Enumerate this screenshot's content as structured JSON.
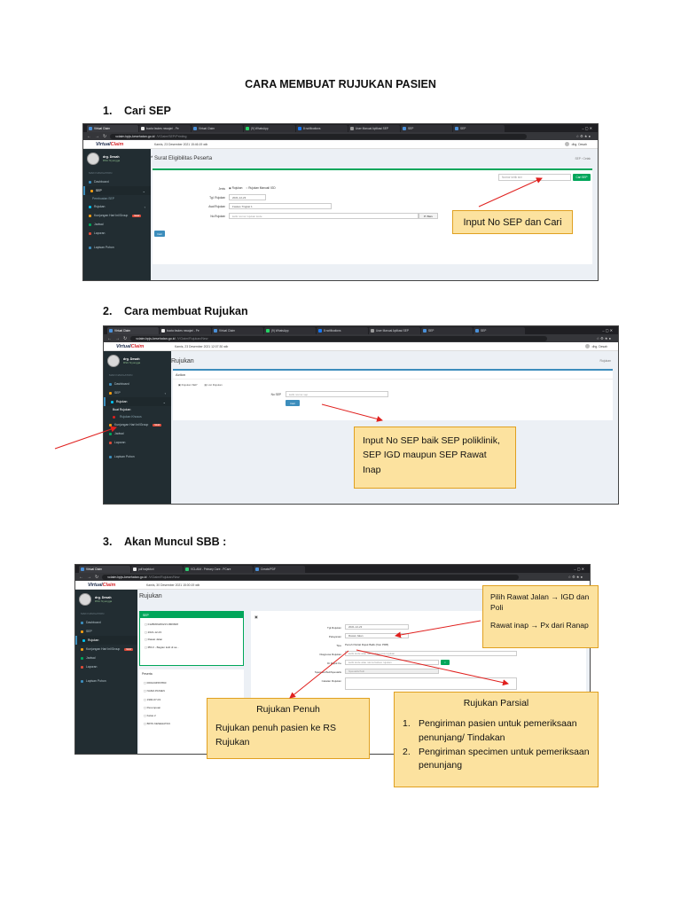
{
  "document": {
    "title": "CARA MEMBUAT RUJUKAN PASIEN",
    "steps": [
      {
        "num": "1.",
        "label": "Cari SEP"
      },
      {
        "num": "2.",
        "label": "Cara membuat Rujukan"
      },
      {
        "num": "3.",
        "label": "Akan Muncul SBB :"
      }
    ]
  },
  "browser": {
    "tabs1": [
      "Virtual Claim",
      "kuota faskes rawajari - Pe",
      "Virtual Claim",
      "(9) WhatsApp",
      "8 notifications",
      "User Manual Aplikasi SEP",
      "SEP",
      "SEP"
    ],
    "tabs2": [
      "Virtual Claim",
      "kuota faskes rawajari - Pe",
      "Virtual Claim",
      "(9) WhatsApp",
      "8 notifications",
      "User Manual Aplikasi SEP",
      "SEP",
      "SEP"
    ],
    "tabs3": [
      "Virtual Claim",
      "pdf trajektori",
      "VCLAIM - Primary Care - PCare",
      "Create/PDF"
    ],
    "url1_host": "vclaim.bpjs-kesehatan.go.id",
    "url1_path": "/VClaim/SEP/Printing",
    "url2_host": "vclaim.bpjs-kesehatan.go.id",
    "url2_path": "/VClaim/Rujukan/New",
    "url3_host": "vclaim.bpjs-kesehatan.go.id",
    "url3_path": "/VClaim/Rujukan/New",
    "window_controls": "–  ▢  ✕",
    "url_icons": "☆  ⚙  ★  ●"
  },
  "app": {
    "logo_virtual": "Virtual",
    "logo_claim": "Claim",
    "datetime1": "Kamis, 23 Desember 2021 15:46:19 wib",
    "datetime2": "Kamis, 23 Desember 2021 12:07:30 wib",
    "datetime3": "Kamis, 30 Desember 2021 15:00:19 wib",
    "user_name": "dhg. Desah",
    "profile_name": "drg. Desah",
    "profile_role": "RSU Nyongga",
    "menu_head": "MAIN NAVIGATION",
    "sidebar1": [
      {
        "label": "Dashboard"
      },
      {
        "label": "SEP"
      },
      {
        "label": "Pembuatan SEP"
      },
      {
        "label": "Rujukan"
      },
      {
        "label": "Kunjungan Hari Ini/Group",
        "badge": "NEW"
      },
      {
        "label": "Jadwal"
      },
      {
        "label": "Laporan"
      }
    ],
    "sidebar1_foot": "Lapisan Pohon",
    "sidebar2": [
      {
        "label": "Dashboard"
      },
      {
        "label": "SEP"
      },
      {
        "label": "Rujukan"
      },
      {
        "label": "Buat Rujukan"
      },
      {
        "label": "Rujukan Khusus"
      },
      {
        "label": "Kunjungan Hari Ini/Group",
        "badge": "NEW"
      },
      {
        "label": "Jadwal"
      },
      {
        "label": "Laporan"
      }
    ],
    "sidebar2_foot": "Lapisan Pohon",
    "sidebar3": [
      {
        "label": "Dashboard"
      },
      {
        "label": "SEP"
      },
      {
        "label": "Rujukan"
      },
      {
        "label": "Kunjungan Hari Ini/Group",
        "badge": "NEW"
      },
      {
        "label": "Jadwal"
      },
      {
        "label": "Laporan"
      }
    ],
    "sidebar3_foot": "Lapisan Pohon"
  },
  "shot1": {
    "header": "* Surat Eligibilitas Peserta",
    "breadcrumb": "SEP  ›  Cetak",
    "search_placeholder": "Nomor ketik sini",
    "search_button": "Cari SEP",
    "jenis_label": "Jenis",
    "radio1": "Rujukan",
    "radio2": "Rujukan Manual/ IGD",
    "tgl_label": "Tgl. Rujukan",
    "tgl_value": "2021-12-23",
    "asal_label": "Asal Rujukan",
    "asal_value": "Faskes Tingkat 1",
    "no_label": "No.Rujukan",
    "no_placeholder": "ketik nomor rujukan kode",
    "baru_button": "Pr Baru",
    "cari_button": "Cari"
  },
  "shot2": {
    "header": "Rujukan",
    "breadcrumb": "Rujukan",
    "panel_title": "Action",
    "tab1": "Rujukan SEP",
    "tab2": "List Rujukan",
    "nosep_label": "No SEP",
    "nosep_placeholder": "ketik nomor sep",
    "cari_button": "Cari"
  },
  "shot3": {
    "header": "Rujukan",
    "sep_box_title": "SEP",
    "sep_lines": [
      "0128R0920921V1806608",
      "2021-12-23",
      "Rawat Jalan",
      "IBS II - Bagian kulit di sa..."
    ],
    "peserta_title": "Peserta",
    "peserta_lines": [
      "0001234567890",
      "NAMA PASIEN",
      "1990-07-03",
      "Perempuan",
      "Kelas 2",
      "BPJS KESEHATAN"
    ],
    "form": [
      {
        "label": "Tgl.Rujukan",
        "value": "2021-12-23"
      },
      {
        "label": "Pelayanan",
        "value": "Rawat Jalan"
      },
      {
        "label": "Tipe",
        "value": "Penuh   Partial   Rujuk Balik (Non PRB)"
      },
      {
        "label": "Diagnosa Rujukan",
        "value": "ketik kode atau nama diagnosa rujukan"
      },
      {
        "label": "Di Rujuk Ke",
        "value": "ketik kode atau nama faskes rujukan"
      },
      {
        "label": "Spesialis/SubSpesialis",
        "value": "Spesialis/Sub"
      },
      {
        "label": "Catatan Rujukan",
        "value": ""
      }
    ]
  },
  "callouts": {
    "c1": "Input No SEP dan Cari",
    "c2": "Input No SEP baik SEP poliklinik, SEP IGD maupun SEP Rawat Inap",
    "c3_line1": "Pilih Rawat Jalan → IGD dan Poli",
    "c3_line2": "Rawat inap → Px dari Ranap",
    "c4_title": "Rujukan Penuh",
    "c4_body": "Rujukan penuh pasien ke RS Rujukan",
    "c5_title": "Rujukan Parsial",
    "c5_items": [
      {
        "num": "1.",
        "text": "Pengiriman pasien untuk pemeriksaan penunjang/ Tindakan"
      },
      {
        "num": "2.",
        "text": "Pengiriman specimen untuk pemeriksaan penunjang"
      }
    ]
  },
  "colors": {
    "accent_red": "#e0201e",
    "callout_fill": "#fce29f",
    "callout_border": "#e0a020",
    "sidebar": "#222d32",
    "primary_blue": "#3c8dbc",
    "success_green": "#00a65a"
  }
}
